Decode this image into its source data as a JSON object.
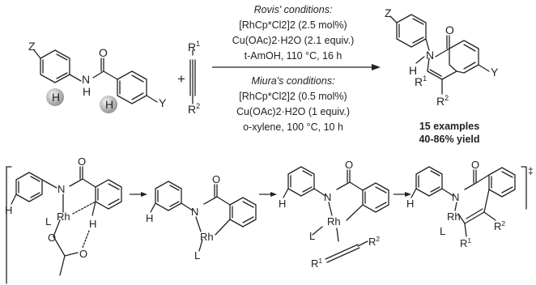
{
  "labels": {
    "Z": "Z",
    "Y": "Y",
    "H": "H",
    "N": "N",
    "O": "O",
    "L": "L",
    "Rh": "Rh",
    "plus": "+",
    "R1_R": "R",
    "R1_n": "1",
    "R2_R": "R",
    "R2_n": "2",
    "dagger": "‡"
  },
  "rovis": {
    "title": "Rovis' conditions:",
    "line1": "[RhCp*Cl2]2 (2.5 mol%)",
    "line2": "Cu(OAc)2·H2O (2.1 equiv.)",
    "line3": "t-AmOH, 110 °C, 16 h"
  },
  "miura": {
    "title": "Miura's conditions:",
    "line1": "[RhCp*Cl2]2 (0.5 mol%)",
    "line2": "Cu(OAc)2·H2O (1 equiv.)",
    "line3": "o-xylene, 100 °C, 10 h"
  },
  "summary": {
    "examples": "15 examples",
    "yield": "40-86% yield"
  },
  "colors": {
    "ink": "#222222",
    "h_ball_light": "#eeeeee",
    "h_ball_dark": "#9a9a9a"
  }
}
